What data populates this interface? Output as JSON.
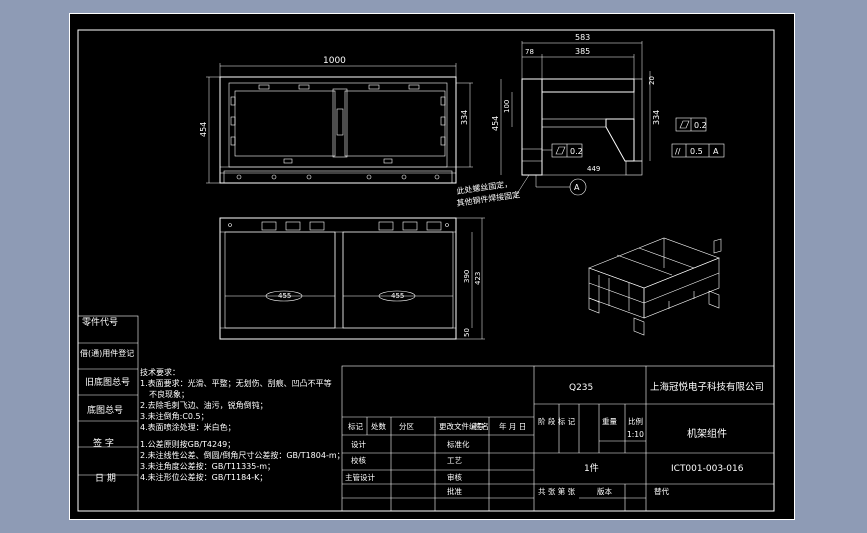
{
  "dimensions": {
    "front_width": "1000",
    "front_height": "454",
    "front_inner": "334",
    "side_total": "583",
    "side_inner": "385",
    "side_left": "78",
    "side_top_right": "20",
    "side_h": "334",
    "side_left_h": "100",
    "side_left_total": "454",
    "side_bottom": "449",
    "plan_cell_left": "455",
    "plan_cell_right": "455",
    "plan_h1": "390",
    "plan_h2": "423",
    "plan_bottom": "50"
  },
  "tolerances": {
    "flatness_1": "0.2",
    "flatness_2": "0.2",
    "parallel_symbol": "//",
    "parallel_value": "0.5",
    "parallel_datum": "A"
  },
  "datum_label": "A",
  "callout": {
    "line1": "此处螺丝固定，",
    "line2": "其他钢件焊接固定"
  },
  "left_column": {
    "row1": "零件代号",
    "row2": "借(通)用件登记",
    "row3": "旧底图总号",
    "row4": "底图总号",
    "row5": "签 字",
    "row6": "日 期"
  },
  "tech_req": {
    "title": "技术要求：",
    "line1": "1.表面要求：光滑、平整；无划伤、刮痕、凹凸不平等",
    "line2": "不良现象；",
    "line3": "2.去除毛刺飞边、油污，锐角倒钝；",
    "line4": "3.未注倒角:C0.5；",
    "line5": "4.表面喷涂处理：米白色；",
    "std1": "1.公差原则按GB/T4249；",
    "std2": "2.未注线性公差、倒圆/倒角尺寸公差按：GB/T1804-m；",
    "std3": "3.未注角度公差按：GB/T11335-m；",
    "std4": "4.未注形位公差按：GB/T1184-K；"
  },
  "title_block": {
    "material": "Q235",
    "company": "上海冠悦电子科技有限公司",
    "part_name": "机架组件",
    "quantity": "1件",
    "drawing_no": "ICT001-003-016",
    "scale_value": "1:10",
    "h_mark": "标记",
    "h_count": "处数",
    "h_zone": "分区",
    "h_change_no": "更改文件编号",
    "h_sign": "签名",
    "h_date": "年 月 日",
    "r_design": "设计",
    "r_standard": "标准化",
    "r_check": "校核",
    "r_process": "工艺",
    "r_chief": "主管设计",
    "r_review": "审核",
    "r_approve": "批准",
    "stage_mark": "阶 段 标 记",
    "weight": "重量",
    "scale": "比例",
    "sheets": "共 张 第 张",
    "version": "版本",
    "replace": "替代"
  }
}
